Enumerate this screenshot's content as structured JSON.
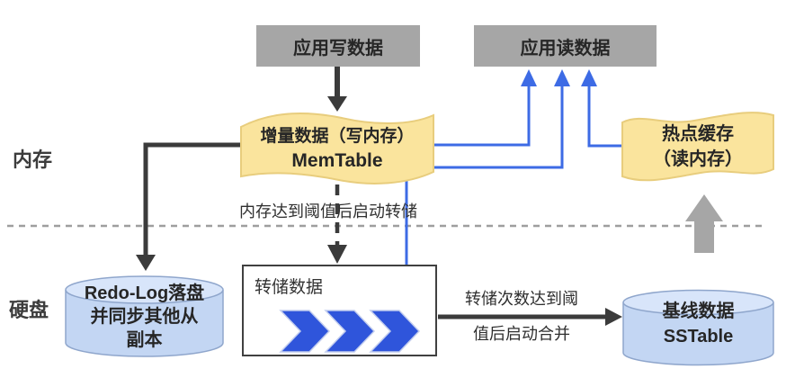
{
  "labels": {
    "memory": "内存",
    "disk": "硬盘"
  },
  "nodes": {
    "app_write": "应用写数据",
    "app_read": "应用读数据",
    "memtable_line1": "增量数据（写内存）",
    "memtable_line2": "MemTable",
    "hot_cache_line1": "热点缓存",
    "hot_cache_line2": "（读内存）",
    "redo_log_line1": "Redo-Log落盘",
    "redo_log_line2": "并同步其他从",
    "redo_log_line3": "副本",
    "dump_box": "转储数据",
    "sstable_line1": "基线数据",
    "sstable_line2": "SSTable"
  },
  "annotations": {
    "dump_trigger": "内存达到阈值后启动转储",
    "merge_trigger_line1": "转储次数达到阈",
    "merge_trigger_line2": "值后启动合并"
  },
  "colors": {
    "gray_box": "#a6a6a6",
    "yellow_fill": "#fae49d",
    "yellow_stroke": "#e8cd7d",
    "cylinder_fill": "#c3d6f3",
    "cylinder_top": "#d8e5fa",
    "cylinder_stroke": "#8fa6cc",
    "chevron_blue": "#2f55db",
    "arrow_blue": "#3d6be5",
    "arrow_black": "#3b3b3b",
    "arrow_gray": "#a6a6a6",
    "dashed_divider": "#9e9e9e"
  }
}
